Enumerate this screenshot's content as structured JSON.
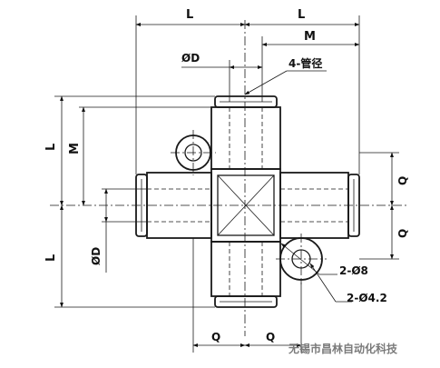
{
  "diagram": {
    "labels": {
      "L": "L",
      "M": "M",
      "D": "ØD",
      "Q": "Q",
      "tube": "4-管径",
      "hole8": "2-Ø8",
      "hole42": "2-Ø4.2"
    },
    "watermark": "无锡市昌林自动化科技"
  }
}
